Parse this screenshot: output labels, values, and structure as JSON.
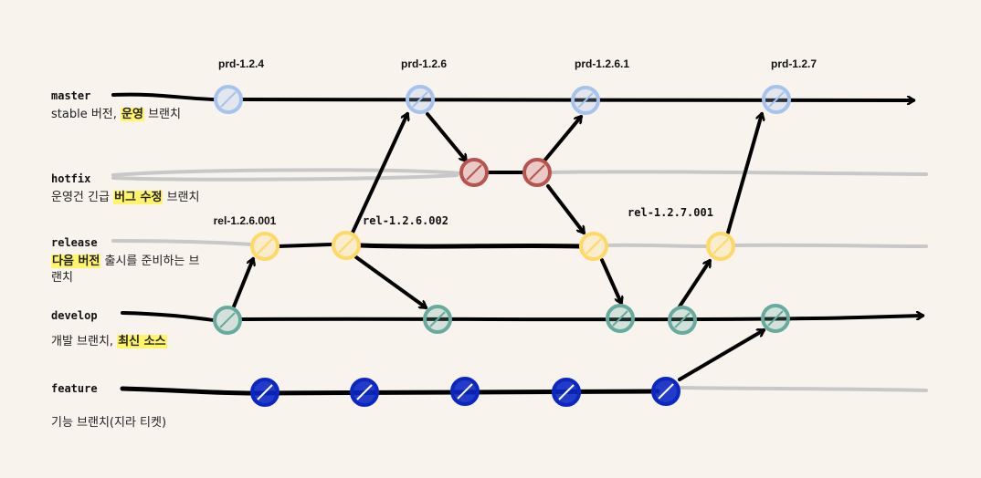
{
  "branches": {
    "master": {
      "name": "master",
      "desc": [
        {
          "t": "stable 버전, "
        },
        {
          "t": "운영",
          "hl": true
        },
        {
          "t": " 브랜치"
        }
      ]
    },
    "hotfix": {
      "name": "hotfix",
      "desc": [
        {
          "t": "운영건 긴급 "
        },
        {
          "t": "버그 수정",
          "hl": true
        },
        {
          "t": " 브랜치"
        }
      ]
    },
    "release": {
      "name": "release",
      "desc": [
        {
          "t": "다음 버전",
          "hl": true
        },
        {
          "t": " 출시를 준비하는 브랜치"
        }
      ]
    },
    "develop": {
      "name": "develop",
      "desc": [
        {
          "t": "개발 브랜치, "
        },
        {
          "t": "최신 소스",
          "hl": true
        }
      ]
    },
    "feature": {
      "name": "feature",
      "desc": [
        {
          "t": "기능 브랜치(지라 티켓)"
        }
      ]
    }
  },
  "tags": {
    "prd_124": "prd-1.2.4",
    "prd_126": "prd-1.2.6",
    "prd_1261": "prd-1.2.6.1",
    "prd_127": "prd-1.2.7",
    "rel_1261_001": "rel-1.2.6.001",
    "rel_1262_002": "rel-1.2.6.002",
    "rel_1271_001": "rel-1.2.7.001"
  },
  "colors": {
    "master": "#a5c3ec",
    "hotfix": "#b85450",
    "release": "#ffd966",
    "develop": "#67ab9f",
    "feature": "#0a27c4",
    "inactive_line": "#c8c8c8",
    "active_line": "#000000",
    "highlight": "#fff46a"
  }
}
